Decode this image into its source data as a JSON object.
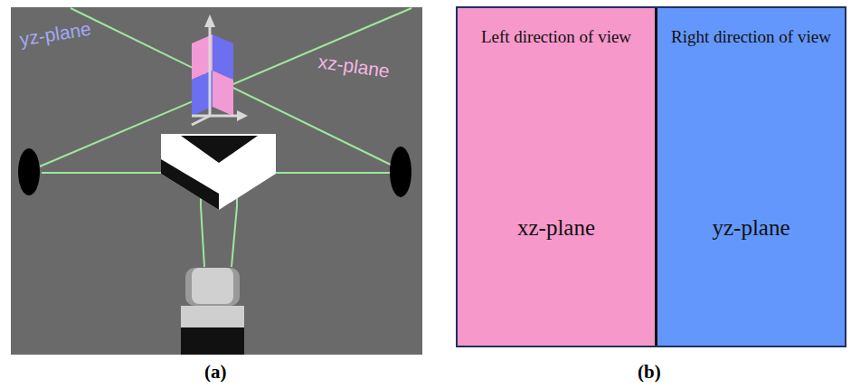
{
  "diagram": {
    "nodes": [
      {
        "text": [
          "Left direction of view",
          "xz-plane"
        ]
      },
      {
        "text": [
          "Right direction of view",
          "yz-plane"
        ]
      }
    ],
    "labels": [
      "yz-plane",
      "xz-plane",
      "(a)",
      "(b)"
    ]
  }
}
